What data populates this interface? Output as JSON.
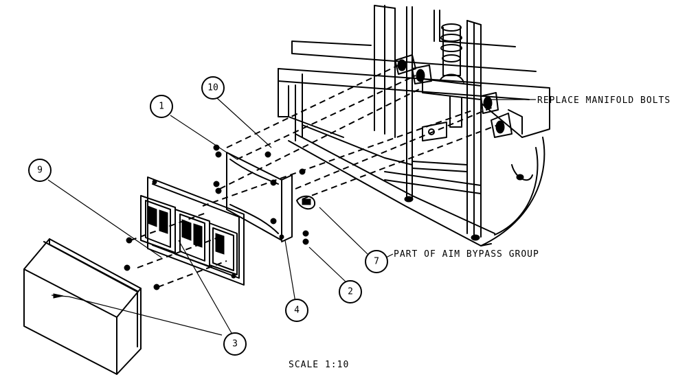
{
  "balloons": [
    {
      "id": "b1",
      "label": "1"
    },
    {
      "id": "b10",
      "label": "10"
    },
    {
      "id": "b9",
      "label": "9"
    },
    {
      "id": "b7",
      "label": "7"
    },
    {
      "id": "b2",
      "label": "2"
    },
    {
      "id": "b4",
      "label": "4"
    },
    {
      "id": "b3",
      "label": "3"
    }
  ],
  "notes": {
    "replace_manifold_bolts": "REPLACE MANIFOLD BOLTS",
    "aim_bypass_group": "PART OF AIM BYPASS GROUP",
    "scale": "SCALE  1:10"
  }
}
